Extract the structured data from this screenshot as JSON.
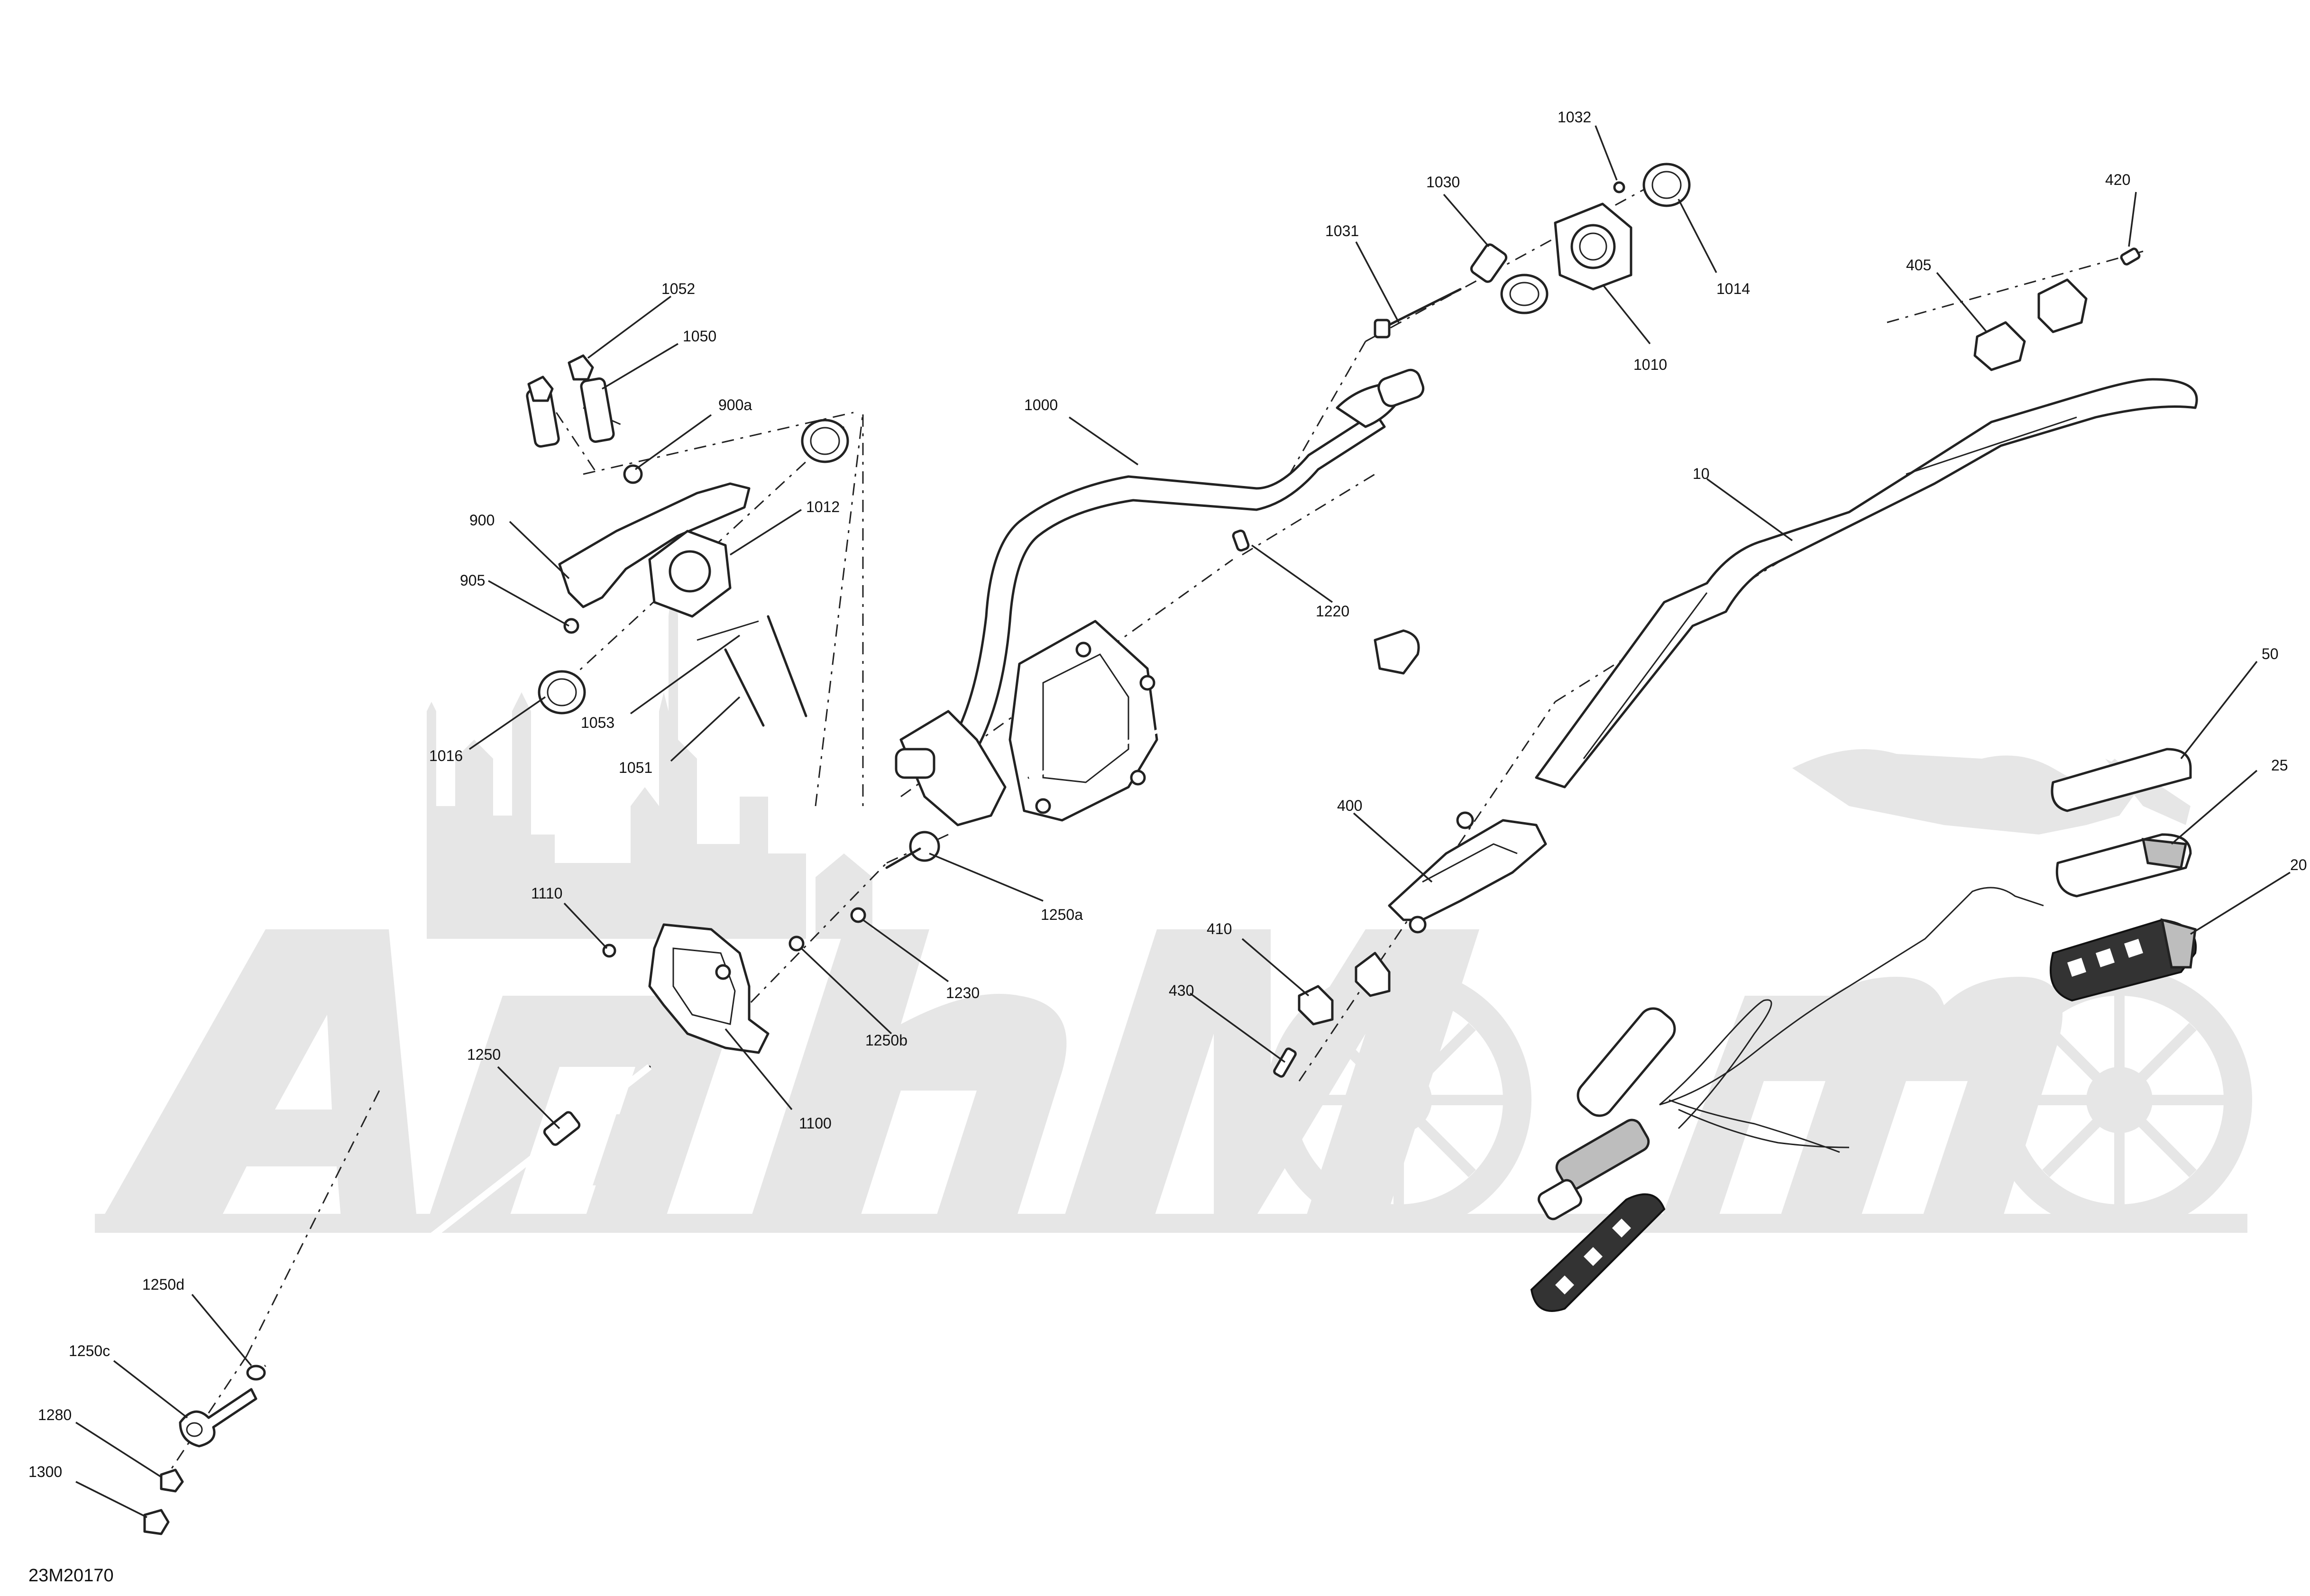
{
  "diagram": {
    "reference_code": "23M20170",
    "callouts": [
      {
        "id": "c1032",
        "text": "1032"
      },
      {
        "id": "c1030",
        "text": "1030"
      },
      {
        "id": "c1031",
        "text": "1031"
      },
      {
        "id": "c1014",
        "text": "1014"
      },
      {
        "id": "c1010",
        "text": "1010"
      },
      {
        "id": "c420",
        "text": "420"
      },
      {
        "id": "c405",
        "text": "405"
      },
      {
        "id": "c1052",
        "text": "1052"
      },
      {
        "id": "c1050",
        "text": "1050"
      },
      {
        "id": "c900a",
        "text": "900a"
      },
      {
        "id": "c1000",
        "text": "1000"
      },
      {
        "id": "c900",
        "text": "900"
      },
      {
        "id": "c1012",
        "text": "1012"
      },
      {
        "id": "c905",
        "text": "905"
      },
      {
        "id": "c1220",
        "text": "1220"
      },
      {
        "id": "c10",
        "text": "10"
      },
      {
        "id": "c1053",
        "text": "1053"
      },
      {
        "id": "c1016",
        "text": "1016"
      },
      {
        "id": "c1051",
        "text": "1051"
      },
      {
        "id": "c50",
        "text": "50"
      },
      {
        "id": "c25",
        "text": "25"
      },
      {
        "id": "c400",
        "text": "400"
      },
      {
        "id": "c20",
        "text": "20"
      },
      {
        "id": "c1110",
        "text": "1110"
      },
      {
        "id": "c1250a",
        "text": "1250a"
      },
      {
        "id": "c1230",
        "text": "1230"
      },
      {
        "id": "c410",
        "text": "410"
      },
      {
        "id": "c430",
        "text": "430"
      },
      {
        "id": "c1250b",
        "text": "1250b"
      },
      {
        "id": "c1250",
        "text": "1250"
      },
      {
        "id": "c1100",
        "text": "1100"
      },
      {
        "id": "c1250d",
        "text": "1250d"
      },
      {
        "id": "c1250c",
        "text": "1250c"
      },
      {
        "id": "c1280",
        "text": "1280"
      },
      {
        "id": "c1300",
        "text": "1300"
      }
    ]
  }
}
